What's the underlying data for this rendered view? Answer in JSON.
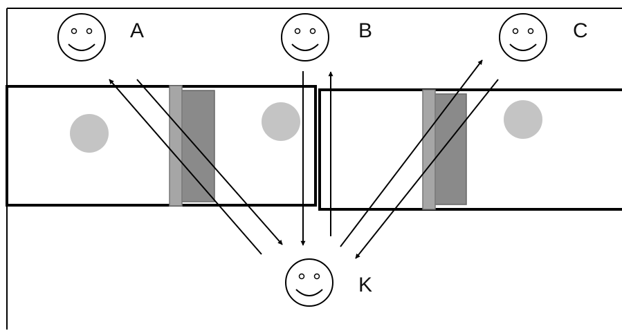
{
  "people": [
    {
      "id": "A",
      "label": "A"
    },
    {
      "id": "B",
      "label": "B"
    },
    {
      "id": "C",
      "label": "C"
    },
    {
      "id": "K",
      "label": "K"
    }
  ],
  "colors": {
    "outline": "#000000",
    "dot": "#c4c4c4",
    "band_light": "#a6a6a6",
    "band_dark": "#8a8a8a",
    "background": "#ffffff"
  },
  "icons": {
    "person": "smiley-face-icon",
    "arrow": "arrow-icon"
  }
}
